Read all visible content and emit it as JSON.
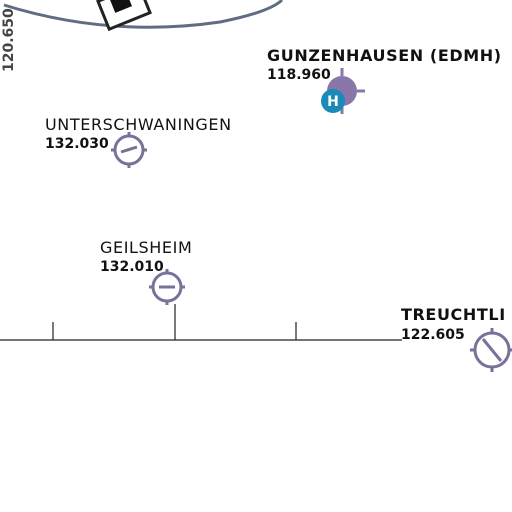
{
  "map": {
    "background": "#ffffff",
    "airspace_color": "#7b6f9c",
    "helipad_color": "#1b8ab8",
    "boundary_color": "#5f6d80"
  },
  "edge_frequency": "120.650",
  "airfields": [
    {
      "name": "GUNZENHAUSEN (EDMH)",
      "frequency": "118.960",
      "symbol": "airfield-with-heliport-icon",
      "helipad_letter": "H"
    },
    {
      "name": "UNTERSCHWANINGEN",
      "frequency": "132.030",
      "symbol": "glider-site-icon"
    },
    {
      "name": "GEILSHEIM",
      "frequency": "132.010",
      "symbol": "glider-site-icon"
    },
    {
      "name": "TREUCHTLI",
      "frequency": "122.605",
      "symbol": "airfield-icon"
    }
  ]
}
